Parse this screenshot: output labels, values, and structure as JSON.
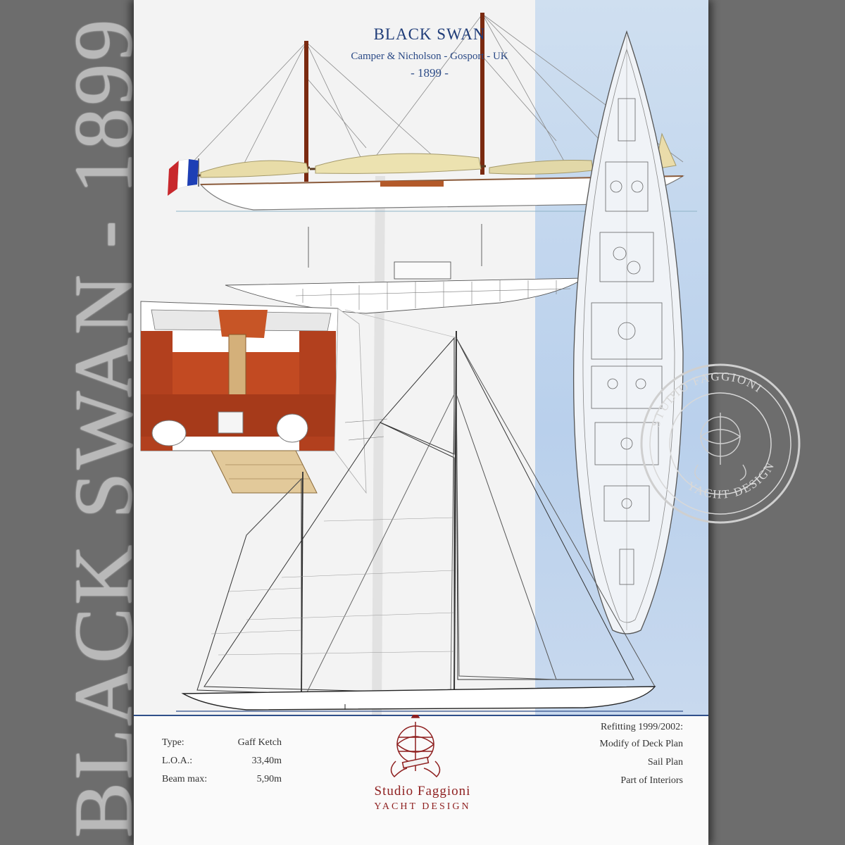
{
  "side_title": "BLACK SWAN - 1899 -",
  "header": {
    "title": "BLACK SWAN",
    "builder": "Camper & Nicholson - Gosport - UK",
    "year": "- 1899 -"
  },
  "specs": [
    {
      "label": "Type:",
      "value": "Gaff Ketch"
    },
    {
      "label": "L.O.A.:",
      "value": "33,40m"
    },
    {
      "label": "Beam max:",
      "value": "5,90m"
    }
  ],
  "refitting": {
    "heading": "Refitting 1999/2002:",
    "items": [
      "Modify of Deck Plan",
      "Sail Plan",
      "Part of Interiors"
    ]
  },
  "studio": {
    "name": "Studio Faggioni",
    "subtitle": "YACHT DESIGN"
  },
  "colors": {
    "background": "#6d6d6d",
    "poster": "#f3f3f3",
    "blue_band": "#b9d0ec",
    "title_blue": "#1f3c78",
    "studio_red": "#8e1f1f",
    "interior_wood": "#b2401e"
  }
}
